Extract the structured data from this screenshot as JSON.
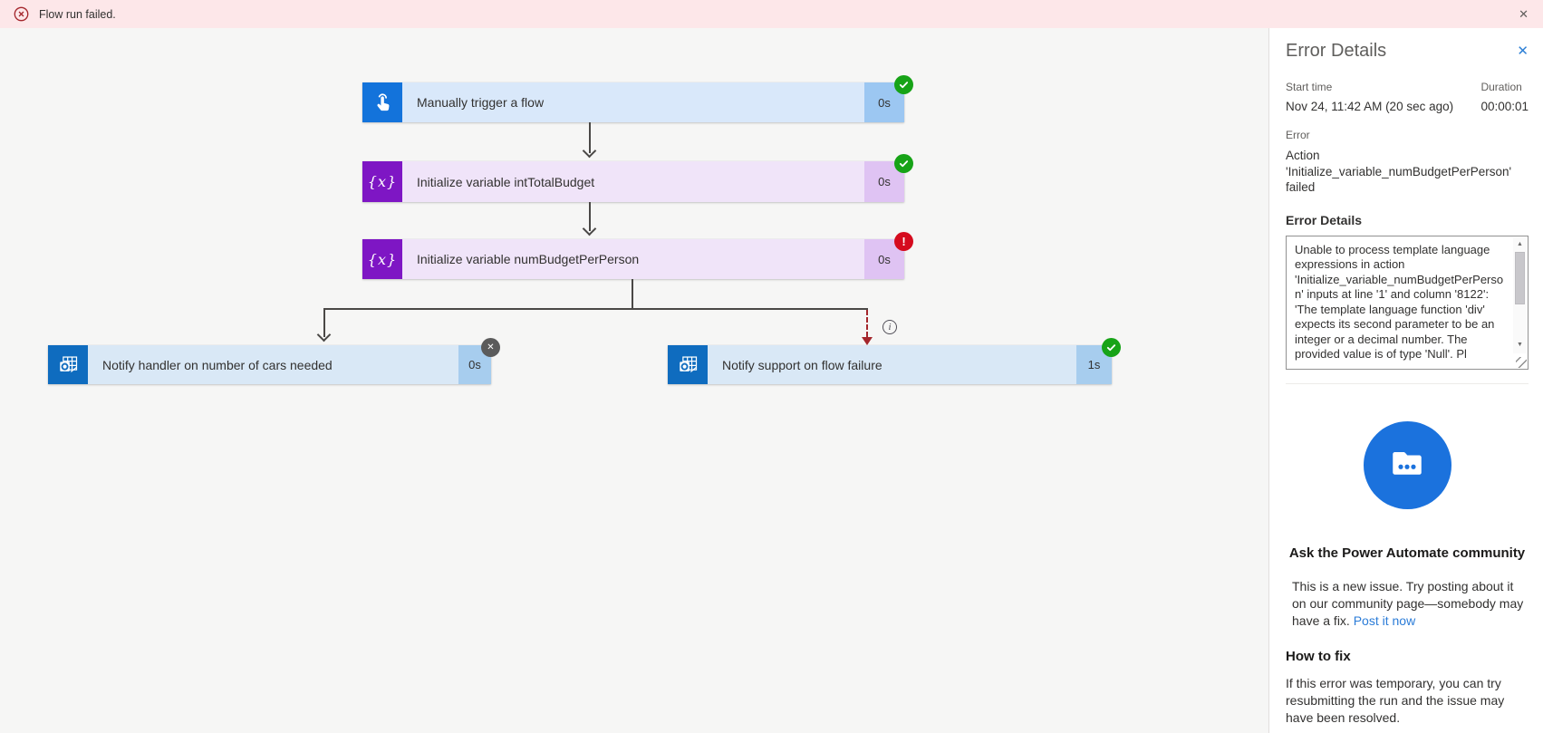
{
  "banner": {
    "message": "Flow run failed."
  },
  "glyphs": {
    "close": "✕",
    "error": "!",
    "skip": "✕",
    "info": "i",
    "scroll_up": "▲",
    "scroll_down": "▼"
  },
  "flow": {
    "nodes": [
      {
        "label": "Manually trigger a flow",
        "duration": "0s",
        "status": "succeeded",
        "icon": "manual-trigger-icon"
      },
      {
        "label": "Initialize variable intTotalBudget",
        "duration": "0s",
        "status": "succeeded",
        "icon": "variable-icon"
      },
      {
        "label": "Initialize variable numBudgetPerPerson",
        "duration": "0s",
        "status": "failed",
        "icon": "variable-icon"
      },
      {
        "label": "Notify handler on number of cars needed",
        "duration": "0s",
        "status": "skipped",
        "icon": "outlook-icon"
      },
      {
        "label": "Notify support on flow failure",
        "duration": "1s",
        "status": "succeeded",
        "icon": "outlook-icon"
      }
    ],
    "variable_icon_text": "{x}"
  },
  "panel": {
    "title": "Error Details",
    "start_time_label": "Start time",
    "start_time_value": "Nov 24, 11:42 AM (20 sec ago)",
    "duration_label": "Duration",
    "duration_value": "00:00:01",
    "error_label": "Error",
    "error_value": "Action 'Initialize_variable_numBudgetPerPerson' failed",
    "error_details_label": "Error Details",
    "error_details_text": "Unable to process template language expressions in action 'Initialize_variable_numBudgetPerPerson' inputs at line '1' and column '8122': 'The template language function 'div' expects its second parameter to be an integer or a decimal number. The provided value is of type 'Null'. Pl",
    "community": {
      "heading": "Ask the Power Automate community",
      "body": "This is a new issue. Try posting about it on our community page—somebody may have a fix. ",
      "link_label": "Post it now"
    },
    "how_to_fix": {
      "heading": "How to fix",
      "body": "If this error was temporary, you can try resubmitting the run and the issue may have been resolved."
    }
  },
  "colors": {
    "banner_bg": "#fde7e9",
    "banner_icon": "#a4262c",
    "canvas_bg": "#f6f6f5",
    "trigger_icon_bg": "#1373db",
    "variable_icon_bg": "#7e16c4",
    "outlook_icon_bg": "#0f6cbf",
    "status_success": "#17a317",
    "status_failed": "#d50b1e",
    "status_skipped": "#5b5b5b",
    "connector": "#4a4846",
    "run_after_arrow": "#a4262c",
    "link_blue": "#2b7cd8",
    "community_circle": "#1b72dd"
  }
}
